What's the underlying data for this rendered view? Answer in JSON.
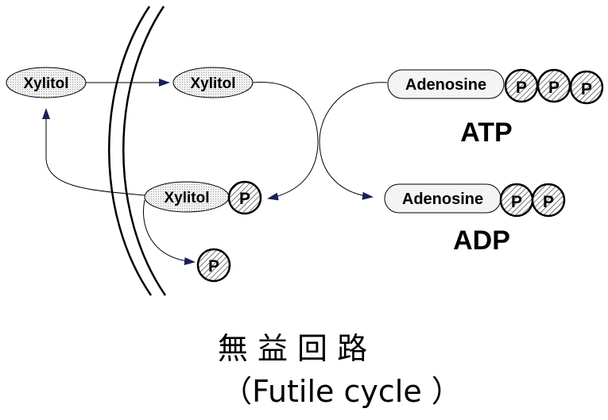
{
  "molecules": {
    "xylitol_outside": "Xylitol",
    "xylitol_inside": "Xylitol",
    "xylitol_phosphate": "Xylitol",
    "phosphate_on_xylitol": "P",
    "free_phosphate": "P",
    "atp_adenosine": "Adenosine",
    "atp_phosphates": [
      "P",
      "P",
      "P"
    ],
    "adp_adenosine": "Adenosine",
    "adp_phosphates": [
      "P",
      "P"
    ]
  },
  "labels": {
    "atp": "ATP",
    "adp": "ADP"
  },
  "caption": {
    "chinese": "無 益 回 路",
    "english": "（Futile cycle ）"
  },
  "colors": {
    "arrowhead": "#1a1f5c",
    "line": "#000000",
    "ellipse_fill": "#e6e6e6"
  }
}
